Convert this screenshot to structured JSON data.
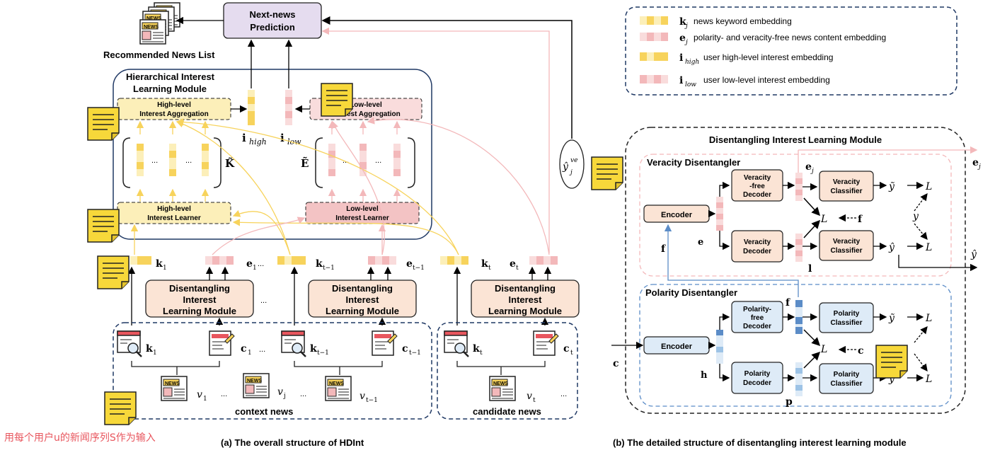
{
  "colors": {
    "yellow": "#f7d35c",
    "yellow_light": "#fcefb9",
    "pink": "#f3b8ba",
    "pink_light": "#f9dcdc",
    "peach": "#fbe4d5",
    "blue": "#deebf7",
    "blue_dark": "#5b8cc7",
    "frame": "#1f3864"
  },
  "left": {
    "list_label": "Recommended News List",
    "next_pred": [
      "Next-news",
      "Prediction"
    ],
    "hier_title": [
      "Hierarchical Interest",
      "Learning Module"
    ],
    "high_agg": [
      "High-level",
      "Interest Aggregation"
    ],
    "low_agg": [
      "Low-level",
      "Interest Aggregation"
    ],
    "high_learner": [
      "High-level",
      "Interest Learner"
    ],
    "low_learner": [
      "Low-level",
      "Interest Learner"
    ],
    "i_high": "i",
    "i_high_sub": "high",
    "i_low": "i",
    "i_low_sub": "low",
    "k_tilde": "K̃",
    "e_tilde": "Ẽ",
    "dots": "...",
    "dil": [
      "Disentangling",
      "Interest",
      "Learning Module"
    ],
    "k1": "k",
    "k1_sub": "1",
    "e1": "e",
    "e1_sub": "1",
    "kt1": "k",
    "kt1_sub": "t−1",
    "et1": "e",
    "et1_sub": "t−1",
    "kt": "k",
    "kt_sub": "t",
    "et": "e",
    "et_sub": "t",
    "c1": "c",
    "c1_sub": "1",
    "ct1": "c",
    "ct1_sub": "t−1",
    "ct": "c",
    "ct_sub": "t",
    "v1": "v",
    "v1_sub": "1",
    "vj": "v",
    "vj_sub": "j",
    "vt1": "v",
    "vt1_sub": "t−1",
    "vt": "v",
    "vt_sub": "t",
    "context": "context news",
    "candidate": "candidate news",
    "yhat": "ŷ",
    "yhat_sup": "ve",
    "yhat_sub": "j",
    "caption": "(a) The overall structure of HDInt"
  },
  "legend": {
    "items": [
      {
        "sym": "k",
        "sub": "j",
        "text": "news keyword embedding"
      },
      {
        "sym": "e",
        "sub": "j",
        "text": "polarity- and veracity-free news content embedding"
      },
      {
        "sym": "i",
        "sub": "high",
        "text": "user high-level interest embedding"
      },
      {
        "sym": "i",
        "sub": "low",
        "text": "user low-level interest embedding"
      }
    ]
  },
  "right": {
    "title": "Disentangling Interest Learning Module",
    "ver_title": "Veracity Disentangler",
    "pol_title": "Polarity Disentangler",
    "encoder": "Encoder",
    "ver_free": [
      "Veracity",
      "-free",
      "Decoder"
    ],
    "ver_dec": [
      "Veracity",
      "Decoder"
    ],
    "ver_cls": [
      "Veracity",
      "Classifier"
    ],
    "pol_free": [
      "Polarity-",
      "free",
      "Decoder"
    ],
    "pol_dec": [
      "Polarity",
      "Decoder"
    ],
    "pol_cls": [
      "Polarity",
      "Classifier"
    ],
    "caption": "(b) The detailed structure of disentangling interest learning module"
  },
  "note": "用每个用户u的新闻序列S作为输入"
}
